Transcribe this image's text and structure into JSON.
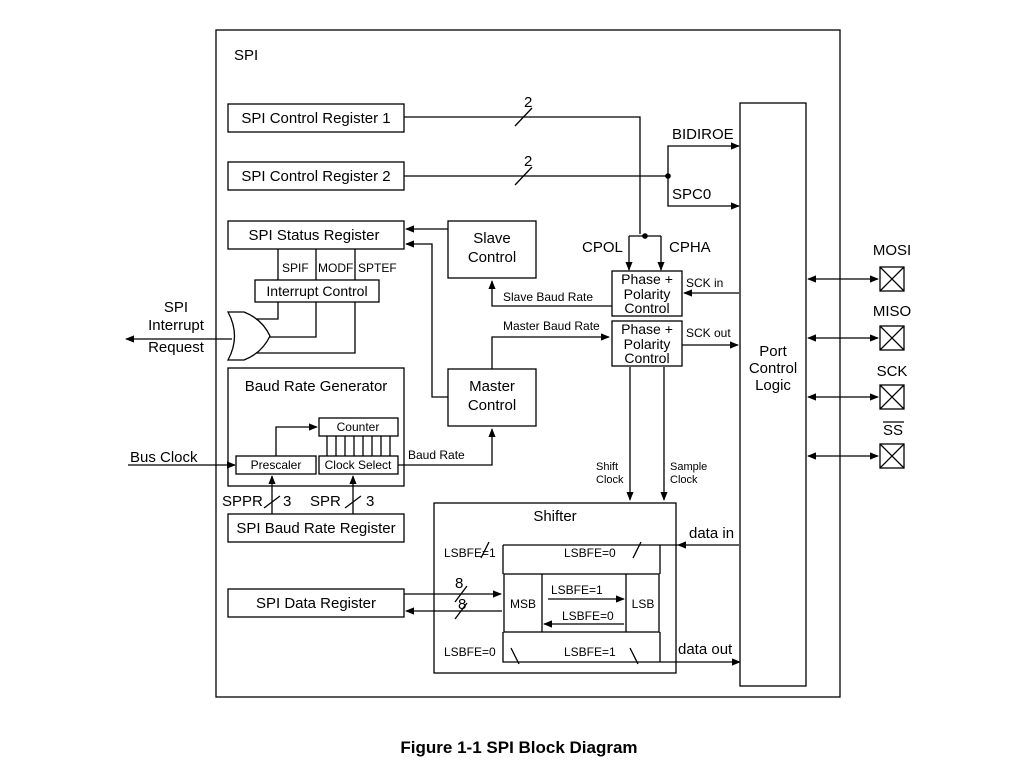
{
  "diagram": {
    "title": "SPI",
    "blocks": {
      "control_reg1": "SPI Control Register 1",
      "control_reg2": "SPI Control Register 2",
      "status_reg": "SPI Status Register",
      "status_bits": [
        "SPIF",
        "MODF",
        "SPTEF"
      ],
      "interrupt_control": "Interrupt Control",
      "slave_control": [
        "Slave",
        "Control"
      ],
      "master_control": [
        "Master",
        "Control"
      ],
      "baud_rate_generator": "Baud Rate Generator",
      "counter": "Counter",
      "prescaler": "Prescaler",
      "clock_select": "Clock Select",
      "baud_rate_register": "SPI Baud Rate Register",
      "data_register": "SPI Data Register",
      "phase_polarity_in": [
        "Phase +",
        "Polarity",
        "Control"
      ],
      "phase_polarity_out": [
        "Phase +",
        "Polarity",
        "Control"
      ],
      "port_control_logic": [
        "Port",
        "Control",
        "Logic"
      ],
      "shifter": "Shifter",
      "msb": "MSB",
      "lsb": "LSB"
    },
    "labels": {
      "width_2a": "2",
      "width_2b": "2",
      "bidiroe": "BIDIROE",
      "spc0": "SPC0",
      "cpol": "CPOL",
      "cpha": "CPHA",
      "sck_in": "SCK in",
      "sck_out": "SCK out",
      "slave_baud_rate": "Slave Baud Rate",
      "master_baud_rate": "Master Baud Rate",
      "spi_interrupt_request": [
        "SPI",
        "Interrupt",
        "Request"
      ],
      "bus_clock": "Bus Clock",
      "baud_rate": "Baud Rate",
      "sppr": "SPPR",
      "sppr_width": "3",
      "spr": "SPR",
      "spr_width": "3",
      "shift_clock": [
        "Shift",
        "Clock"
      ],
      "sample_clock": [
        "Sample",
        "Clock"
      ],
      "data_in": "data in",
      "data_out": "data out",
      "lsbfe1_top": "LSBFE=1",
      "lsbfe0_top": "LSBFE=0",
      "lsbfe0_bottom": "LSBFE=0",
      "lsbfe1_bottom": "LSBFE=1",
      "lsbfe1_mid": "LSBFE=1",
      "lsbfe0_mid": "LSBFE=0",
      "bus8_a": "8",
      "bus8_b": "8"
    },
    "pins": [
      "MOSI",
      "MISO",
      "SCK",
      "SS"
    ]
  },
  "caption": "Figure 1-1  SPI Block Diagram"
}
